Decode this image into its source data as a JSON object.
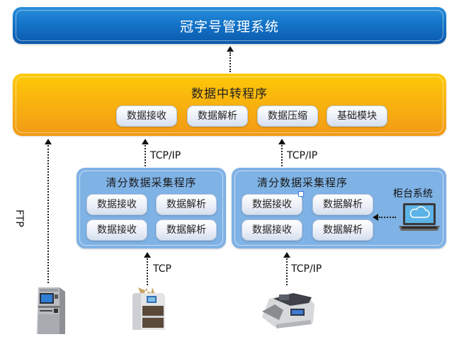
{
  "top_system": {
    "title": "冠字号管理系统"
  },
  "relay": {
    "title": "数据中转程序",
    "modules": [
      "数据接收",
      "数据解析",
      "数据压缩",
      "基础模块"
    ]
  },
  "collectors": [
    {
      "title": "清分数据采集程序",
      "modules": [
        "数据接收",
        "数据解析",
        "数据接收",
        "数据解析"
      ]
    },
    {
      "title": "清分数据采集程序",
      "modules": [
        "数据接收",
        "数据解析",
        "数据接收",
        "数据解析"
      ]
    }
  ],
  "counter_system": {
    "label": "柜台系统",
    "icon": "laptop-cloud-icon"
  },
  "connections": {
    "atm_to_relay": "FTP",
    "collector1_to_relay": "TCP/IP",
    "collector2_to_relay": "TCP/IP",
    "sorter_to_collector1": "TCP",
    "counter_to_collector2": "TCP/IP"
  },
  "devices": [
    {
      "name": "ATM",
      "icon": "atm-icon"
    },
    {
      "name": "清分机",
      "icon": "banknote-sorter-icon"
    },
    {
      "name": "点钞机",
      "icon": "banknote-counter-icon"
    }
  ],
  "colors": {
    "top_blue": "#1474c8",
    "relay_orange": "#f8b10e",
    "collector_blue": "#7fb2e5"
  }
}
